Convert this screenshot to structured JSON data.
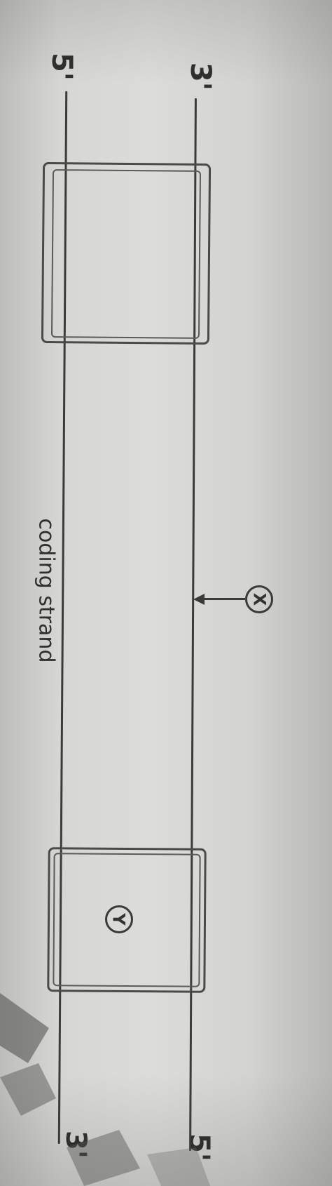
{
  "diagram": {
    "end_labels": {
      "top_left": "5'",
      "top_right": "3'",
      "bottom_left": "3'",
      "bottom_right": "5'"
    },
    "coding_strand_label": "coding strand",
    "marker_x_label": "X",
    "marker_y_label": "Y"
  },
  "colors": {
    "paper": "#d6d6d2",
    "ink": "#3b3b3b"
  }
}
